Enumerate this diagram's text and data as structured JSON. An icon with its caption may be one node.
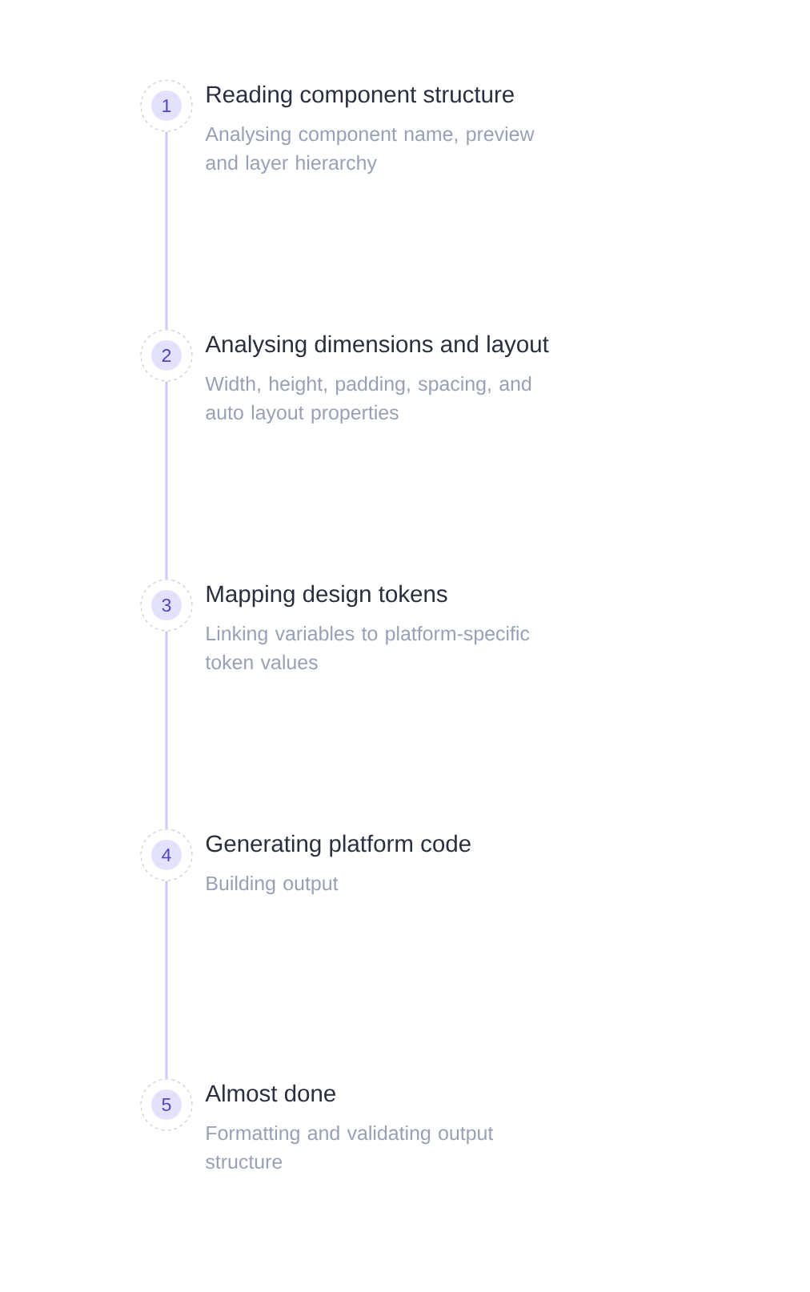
{
  "diagram": {
    "nodes": [
      {
        "text": [
          "1"
        ],
        "beside": [
          "Reading component structure",
          "Analysing component name, preview and layer hierarchy"
        ]
      },
      {
        "text": [
          "2"
        ],
        "beside": [
          "Analysing dimensions and layout",
          "Width, height, padding, spacing, and auto layout properties"
        ]
      },
      {
        "text": [
          "3"
        ],
        "beside": [
          "Mapping design tokens",
          "Linking variables to platform-specific token values"
        ]
      },
      {
        "text": [
          "4"
        ],
        "beside": [
          "Generating platform code",
          "Building output"
        ]
      },
      {
        "text": [
          "5"
        ],
        "beside": [
          "Almost done",
          "Formatting and validating output structure"
        ]
      }
    ],
    "edges": [
      {
        "from": 0,
        "to": 1,
        "arrow": "none"
      },
      {
        "from": 1,
        "to": 2,
        "arrow": "none"
      },
      {
        "from": 2,
        "to": 3,
        "arrow": "none"
      },
      {
        "from": 3,
        "to": 4,
        "arrow": "none"
      }
    ]
  }
}
